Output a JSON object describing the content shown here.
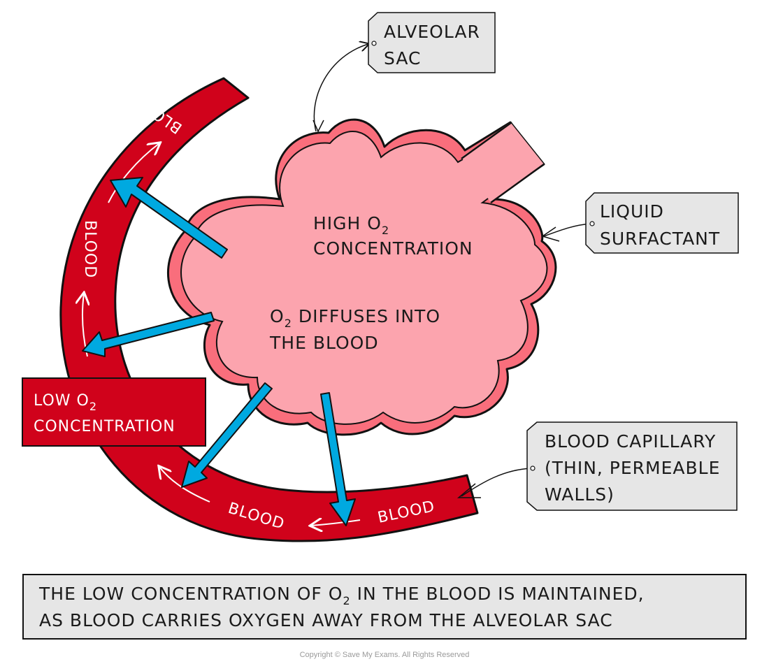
{
  "diagram": {
    "title": "Gas exchange at the alveolus",
    "colors": {
      "blood_vessel": "#d0021b",
      "alveolus_fill": "#fca4ae",
      "alveolus_wall": "#f96e7c",
      "diffusion_arrow": "#00a9e0",
      "tag_fill": "#e6e6e6",
      "outline": "#111111"
    },
    "labels": {
      "alveolar_sac": {
        "line1": "ALVEOLAR",
        "line2": "SAC"
      },
      "liquid_surfactant": {
        "line1": "LIQUID",
        "line2": "SURFACTANT"
      },
      "blood_capillary": {
        "line1": "BLOOD  CAPILLARY",
        "line2": "(THIN,  PERMEABLE",
        "line3": "WALLS)"
      },
      "high_o2": {
        "pre": "HIGH  O",
        "sub": "2",
        "line2": "CONCENTRATION"
      },
      "diffuses": {
        "pre": "O",
        "sub": "2",
        "post": "  DIFFUSES  INTO",
        "line2": "THE  BLOOD"
      },
      "low_o2": {
        "pre": "LOW  O",
        "sub": "2",
        "line2": "CONCENTRATION"
      }
    },
    "vessel_labels": [
      "BLOOD",
      "BLOOD",
      "BLOOD",
      "BLOOD"
    ],
    "caption": {
      "line1_pre": "THE  LOW  CONCENTRATION  OF  O",
      "line1_sub": "2",
      "line1_post": "  IN  THE  BLOOD  IS  MAINTAINED,",
      "line2": "AS  BLOOD  CARRIES  OXYGEN  AWAY  FROM  THE  ALVEOLAR  SAC"
    },
    "copyright": "Copyright © Save My Exams. All Rights Reserved"
  }
}
